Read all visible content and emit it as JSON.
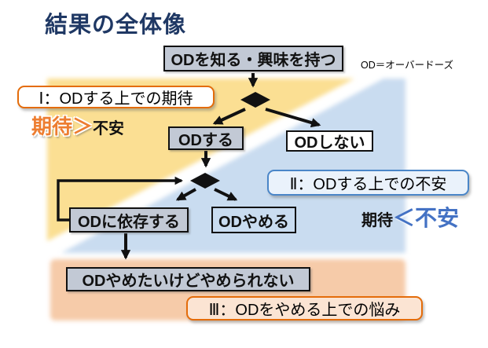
{
  "title": "結果の全体像",
  "note": "OD＝オーバードーズ",
  "nodes": {
    "know": {
      "label": "ODを知る・興味を持つ"
    },
    "do_od": {
      "label": "ODする"
    },
    "dont_od": {
      "label": "ODしない"
    },
    "depend": {
      "label": "ODに依存する"
    },
    "quit": {
      "label": "ODやめる"
    },
    "cant_quit": {
      "label": "ODやめたいけどやめられない"
    }
  },
  "phases": {
    "p1": "Ⅰ：ODする上での期待",
    "p2": "Ⅱ：ODする上での不安",
    "p3": "Ⅲ：ODをやめる上での悩み"
  },
  "comparisons": {
    "expectation_dominant": {
      "lead": "期待＞",
      "rest": "不安"
    },
    "anxiety_dominant": {
      "lead": "期待",
      "rest": "＜不安"
    }
  },
  "edges": [
    {
      "from": "know",
      "to": "decision-1"
    },
    {
      "from": "decision-1",
      "to": "do_od"
    },
    {
      "from": "decision-1",
      "to": "dont_od"
    },
    {
      "from": "do_od",
      "to": "decision-2"
    },
    {
      "from": "decision-2",
      "to": "depend"
    },
    {
      "from": "decision-2",
      "to": "quit"
    },
    {
      "from": "depend",
      "to": "decision-2",
      "type": "feedback-loop"
    },
    {
      "from": "depend",
      "to": "cant_quit"
    }
  ],
  "colors": {
    "navy": "#1F3864",
    "ink": "#111111",
    "box_gray": "#C2C9D5",
    "yellow": "#FBDF93",
    "blue_bg": "#C9DCF0",
    "orange_band": "#F6CBA9",
    "orange_accent": "#E46C0A",
    "orange_text": "#ED7D31",
    "blue_accent": "#4472C4",
    "blue_border": "#4A86C8",
    "pill2_fill": "#EAF2FB",
    "pill3_fill": "#FBE4D3"
  }
}
